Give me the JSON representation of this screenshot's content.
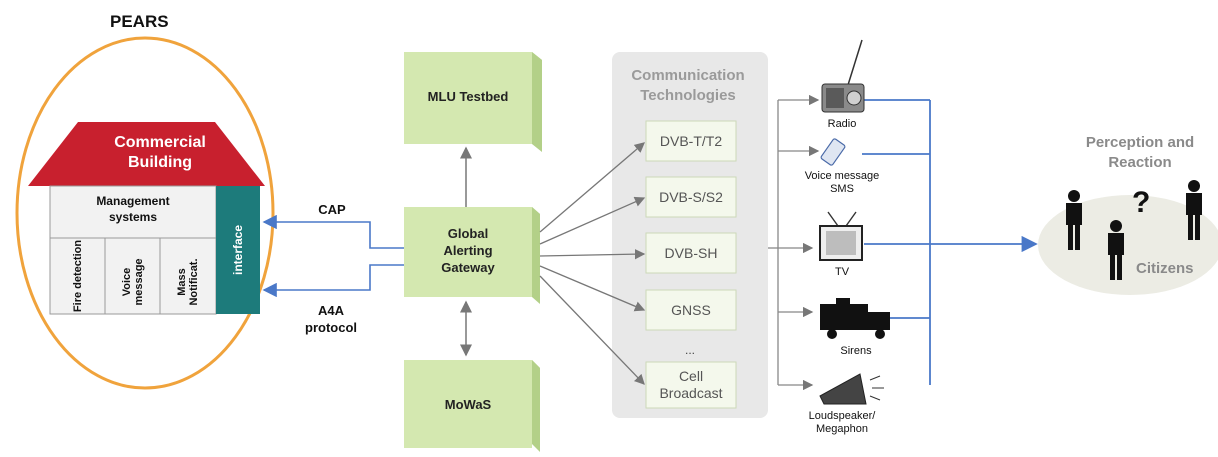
{
  "pears": {
    "title": "PEARS",
    "building_line1": "Commercial",
    "building_line2": "Building",
    "mgmt_line1": "Management",
    "mgmt_line2": "systems",
    "sub1": "Fire detection",
    "sub2": "Voice message",
    "sub3": "Mass Notificat.",
    "interface": "interface"
  },
  "links": {
    "cap": "CAP",
    "a4a_line1": "A4A",
    "a4a_line2": "protocol"
  },
  "nodes": {
    "mlu": "MLU Testbed",
    "gateway_line1": "Global",
    "gateway_line2": "Alerting",
    "gateway_line3": "Gateway",
    "mowas": "MoWaS"
  },
  "tech": {
    "title_line1": "Communication",
    "title_line2": "Technologies",
    "items": [
      "DVB-T/T2",
      "DVB-S/S2",
      "DVB-SH",
      "GNSS"
    ],
    "ellipsis": "...",
    "cell_line1": "Cell",
    "cell_line2": "Broadcast"
  },
  "channels": {
    "radio": "Radio",
    "sms_line1": "Voice message",
    "sms_line2": "SMS",
    "tv": "TV",
    "sirens": "Sirens",
    "loud_line1": "Loudspeaker/",
    "loud_line2": "Megaphon"
  },
  "citizens": {
    "title_line1": "Perception and",
    "title_line2": "Reaction",
    "question": "?",
    "label": "Citizens"
  },
  "colors": {
    "ellipse": "#f0a33c",
    "roof": "#c8202e",
    "interface": "#1d7b7b",
    "cube": "#d4e8b0",
    "blue_line": "#4a78c8",
    "gray_arrow": "#888888",
    "tech_panel": "#e8e8e8"
  }
}
